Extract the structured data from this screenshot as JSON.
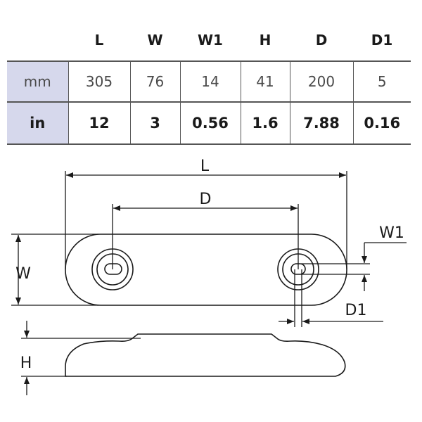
{
  "table": {
    "headers": [
      "",
      "L",
      "W",
      "W1",
      "H",
      "D",
      "D1"
    ],
    "rows": [
      {
        "unit": "mm",
        "values": [
          "305",
          "76",
          "14",
          "41",
          "200",
          "5"
        ]
      },
      {
        "unit": "in",
        "values": [
          "12",
          "3",
          "0.56",
          "1.6",
          "7.88",
          "0.16"
        ]
      }
    ]
  },
  "drawing": {
    "labels": {
      "L": "L",
      "D": "D",
      "W": "W",
      "W1": "W1",
      "D1": "D1",
      "H": "H"
    }
  }
}
